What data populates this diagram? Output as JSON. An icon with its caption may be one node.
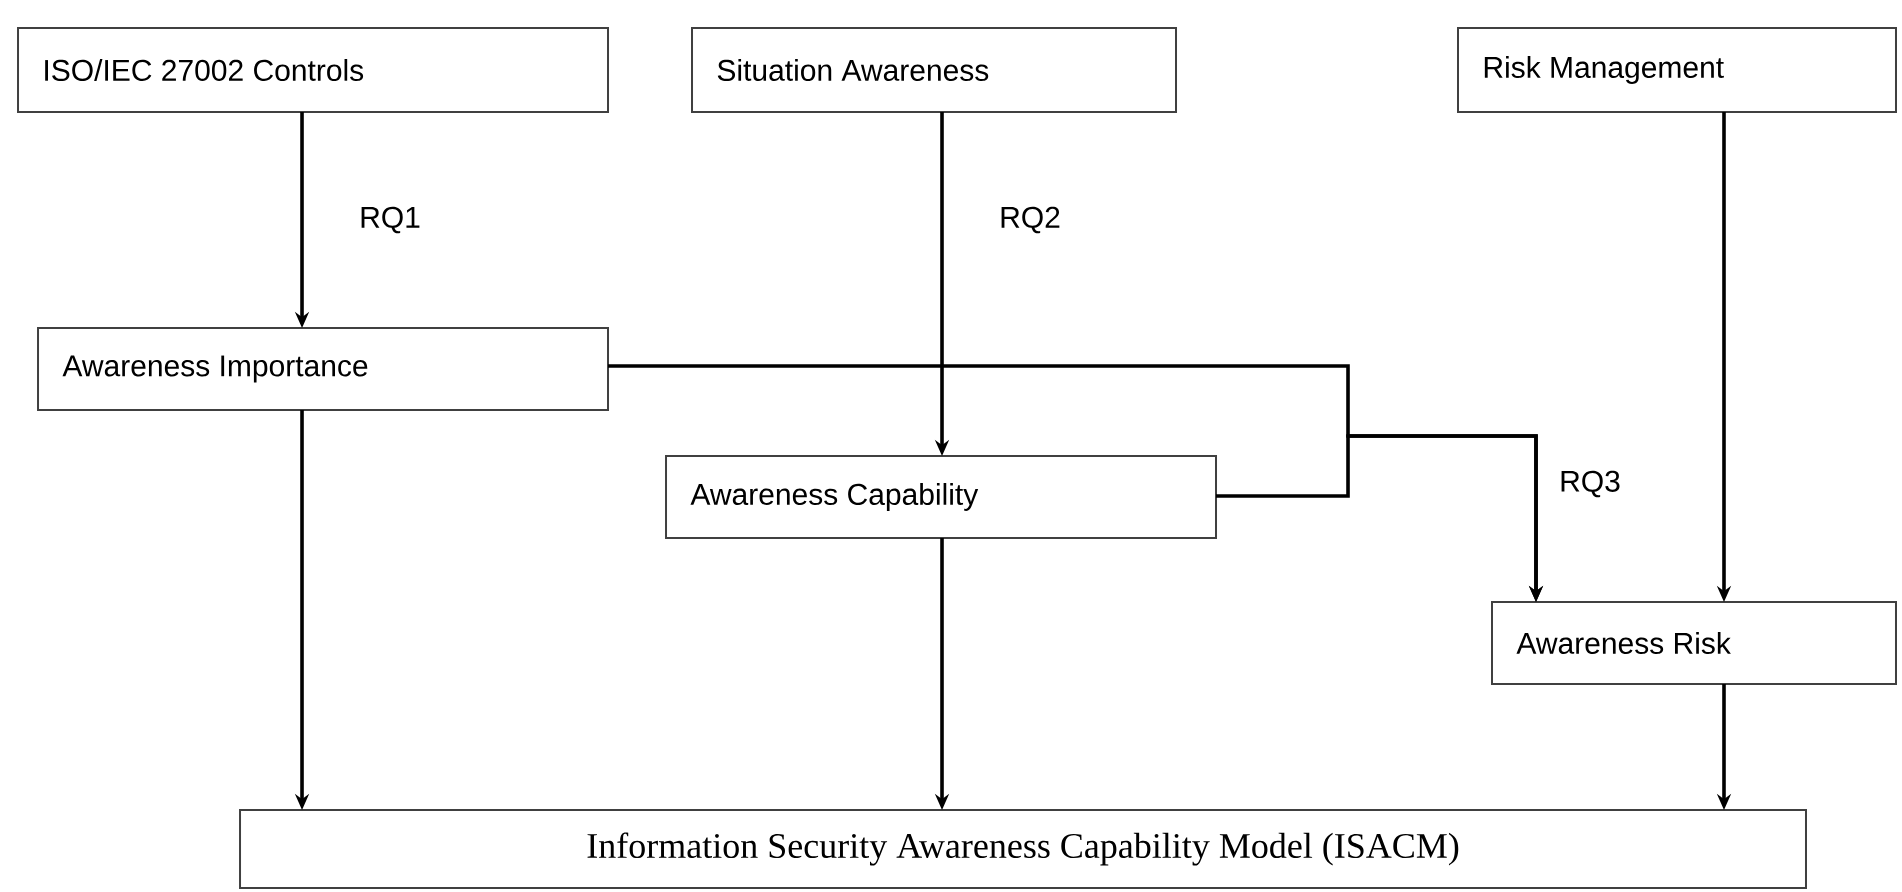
{
  "diagram": {
    "nodes": [
      {
        "text": [
          "ISO/IEC 27002 Controls"
        ]
      },
      {
        "text": [
          "Situation Awareness"
        ]
      },
      {
        "text": [
          "Risk Management"
        ]
      },
      {
        "text": [
          "Awareness Importance"
        ]
      },
      {
        "text": [
          "Awareness Capability"
        ]
      },
      {
        "text": [
          "Awareness Risk"
        ]
      },
      {
        "text": [
          "Information Security Awareness Capability Model (ISACM)"
        ]
      }
    ],
    "edges": [
      {
        "from": 0,
        "to": 3,
        "arrow": "to",
        "label": "RQ1"
      },
      {
        "from": 1,
        "to": 4,
        "arrow": "to",
        "label": "RQ2"
      },
      {
        "from": 3,
        "to": 5,
        "arrow": "to",
        "label": "RQ3"
      },
      {
        "from": 4,
        "to": 5,
        "arrow": "to"
      },
      {
        "from": 2,
        "to": 5,
        "arrow": "to"
      },
      {
        "from": 3,
        "to": 6,
        "arrow": "to"
      },
      {
        "from": 4,
        "to": 6,
        "arrow": "to"
      },
      {
        "from": 5,
        "to": 6,
        "arrow": "to"
      }
    ]
  }
}
